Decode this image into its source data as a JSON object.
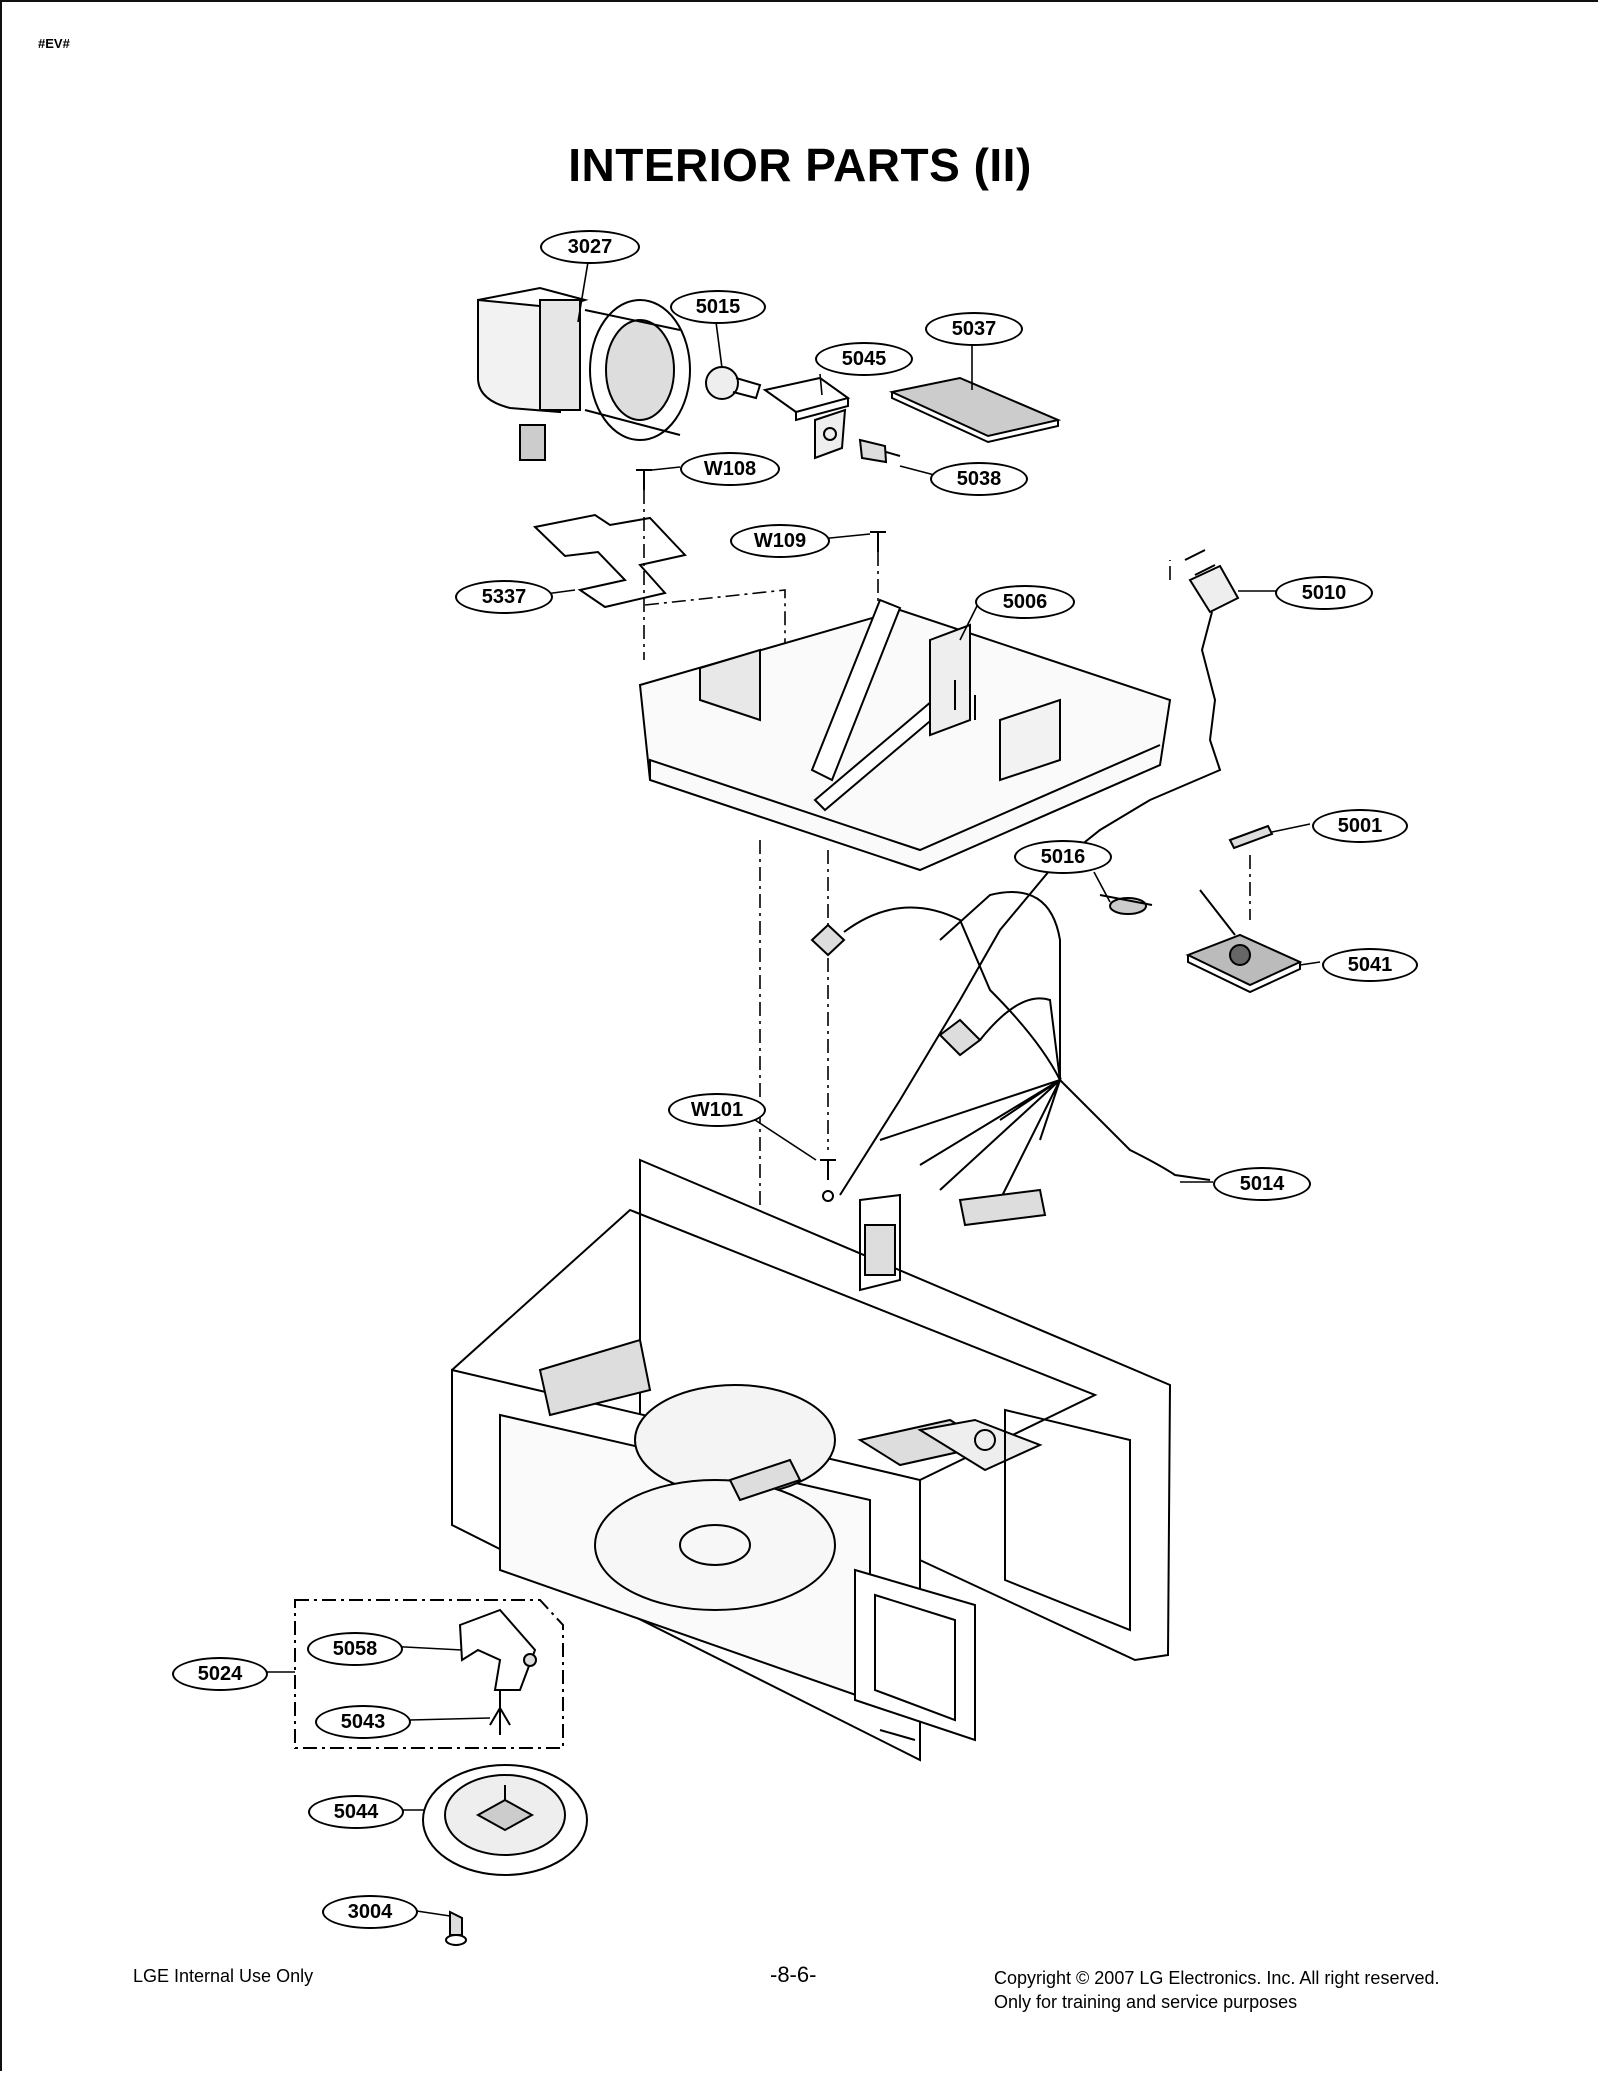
{
  "header": {
    "doc_code": "#EV#",
    "title": "INTERIOR PARTS (II)"
  },
  "callouts": [
    "3027",
    "5015",
    "5037",
    "5045",
    "5038",
    "W108",
    "W109",
    "5337",
    "5006",
    "5010",
    "5001",
    "5016",
    "5041",
    "W101",
    "5014",
    "5058",
    "5024",
    "5043",
    "5044",
    "3004"
  ],
  "footer": {
    "left": "LGE Internal Use Only",
    "page": "-8-6-",
    "copyright": "Copyright © 2007 LG Electronics. Inc. All right reserved.",
    "note": "Only for training and service purposes"
  },
  "colors": {
    "ink": "#000000",
    "paper": "#ffffff",
    "shade": "#d9d9d9"
  }
}
